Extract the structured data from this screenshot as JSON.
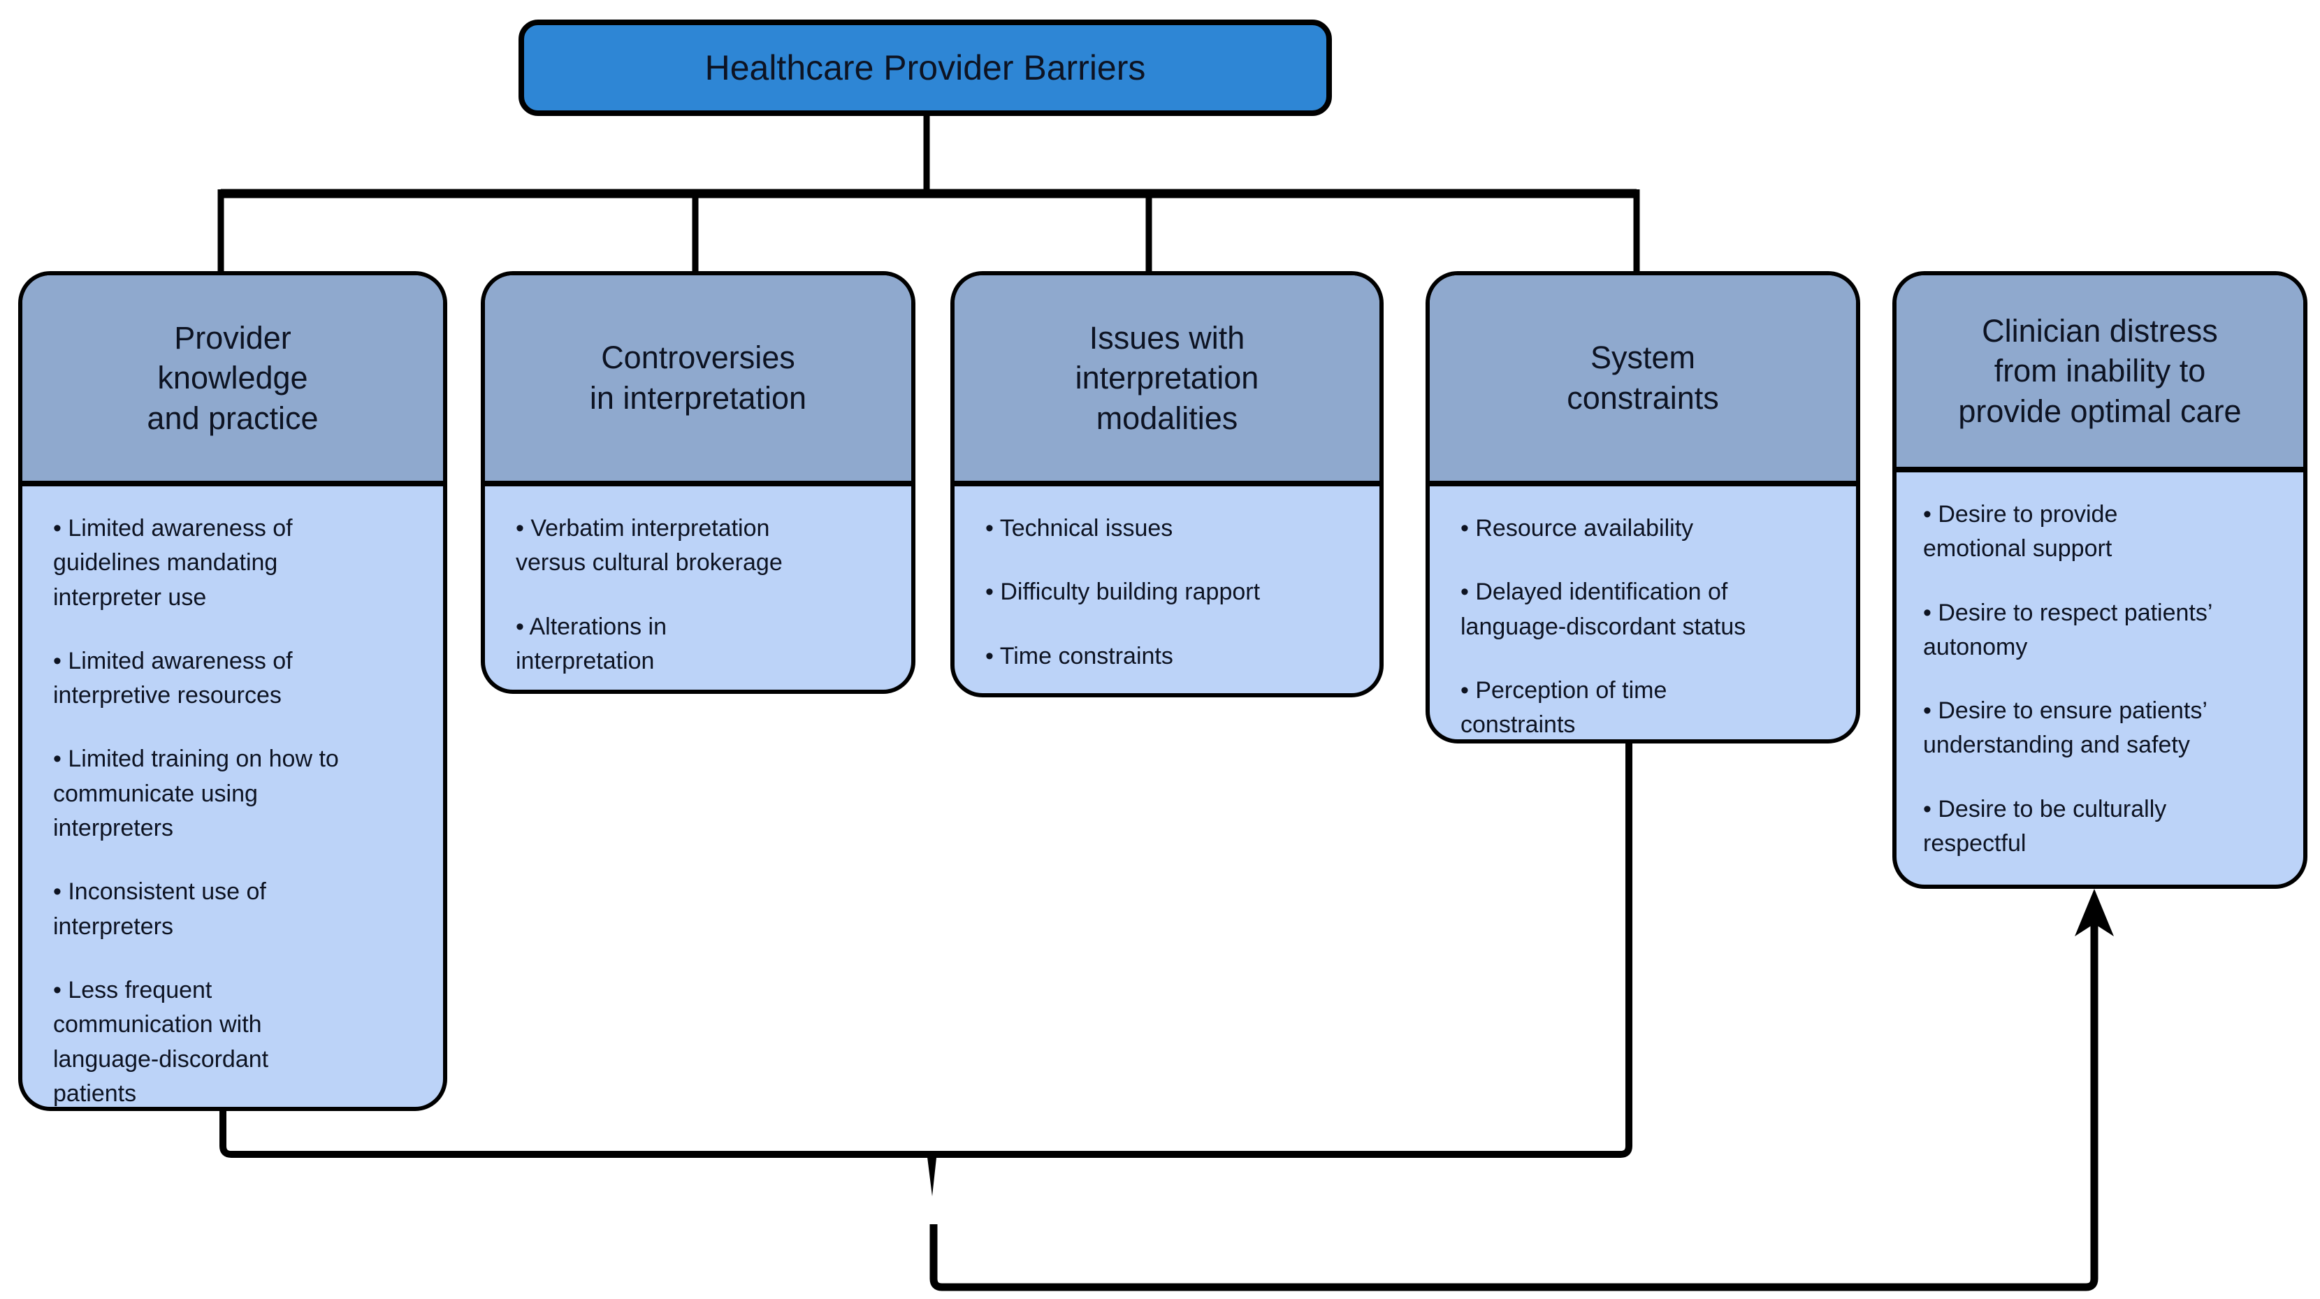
{
  "root": {
    "label": "Healthcare Provider Barriers"
  },
  "columns": [
    {
      "id": "provider-knowledge-and-practice",
      "title": "Provider\nknowledge\nand practice",
      "bullets": [
        "Limited awareness of\nguidelines mandating\ninterpreter use",
        "Limited awareness of\ninterpretive resources",
        "Limited training on how to\ncommunicate using\ninterpreters",
        "Inconsistent use of\ninterpreters",
        "Less frequent\ncommunication with\nlanguage-discordant\npatients"
      ]
    },
    {
      "id": "controversies-in-interpretation",
      "title": "Controversies\nin interpretation",
      "bullets": [
        "Verbatim interpretation\nversus cultural brokerage",
        "Alterations in\ninterpretation"
      ]
    },
    {
      "id": "issues-with-interpretation-modalities",
      "title": "Issues with\ninterpretation\nmodalities",
      "bullets": [
        "Technical issues",
        "Difficulty building rapport",
        "Time constraints"
      ]
    },
    {
      "id": "system-constraints",
      "title": "System\nconstraints",
      "bullets": [
        "Resource availability",
        "Delayed identification of\nlanguage-discordant status",
        "Perception of time\nconstraints"
      ]
    },
    {
      "id": "clinician-distress",
      "title": "Clinician distress\nfrom inability to\nprovide optimal care",
      "bullets": [
        "Desire to provide\nemotional support",
        "Desire to respect patients’\nautonomy",
        "Desire to ensure patients’\nunderstanding and safety",
        "Desire to be culturally\nrespectful"
      ]
    }
  ],
  "edges": [
    {
      "from": "healthcare-provider-barriers",
      "to": "provider-knowledge-and-practice",
      "type": "line"
    },
    {
      "from": "healthcare-provider-barriers",
      "to": "controversies-in-interpretation",
      "type": "line"
    },
    {
      "from": "healthcare-provider-barriers",
      "to": "issues-with-interpretation-modalities",
      "type": "line"
    },
    {
      "from": "healthcare-provider-barriers",
      "to": "system-constraints",
      "type": "line"
    },
    {
      "from": "provider-knowledge-and-practice",
      "to": "clinician-distress",
      "type": "arrow",
      "via": "bottom-collector"
    },
    {
      "from": "system-constraints",
      "to": "clinician-distress",
      "type": "arrow",
      "via": "bottom-collector"
    }
  ],
  "colors": {
    "root_fill": "#2e86d5",
    "header_fill": "#8fa9ce",
    "body_fill": "#bcd3f8",
    "border": "#000000",
    "line": "#000000",
    "text": "#0d1322"
  }
}
